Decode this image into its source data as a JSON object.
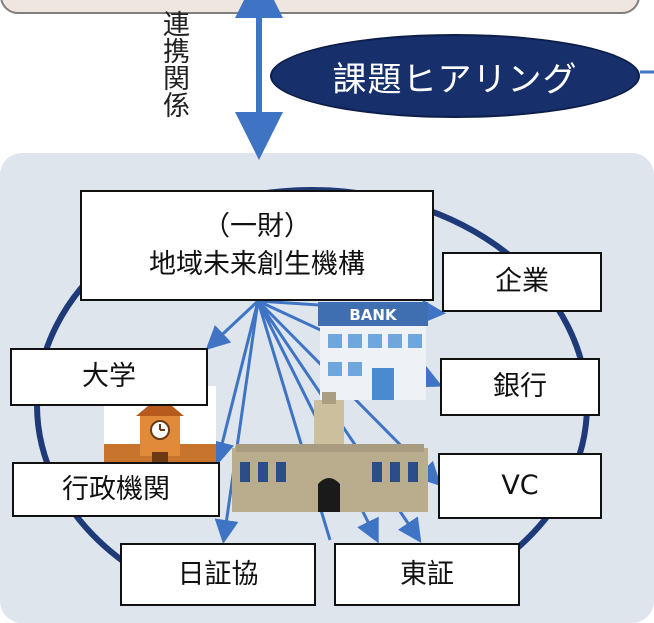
{
  "relation_label": "連携関係",
  "hearing_label": "課題ヒアリング",
  "org": {
    "line1": "（一財）",
    "line2": "地域未来創生機構"
  },
  "nodes": {
    "company": "企業",
    "university": "大学",
    "bank": "銀行",
    "vc": "VC",
    "government": "行政機関",
    "jsda": "日証協",
    "tse": "東証"
  },
  "bank_sign": "BANK",
  "colors": {
    "network_line": "#1f3a78",
    "arrow": "#3f74c4",
    "pill": "#17306b",
    "panel": "#dfe5ed"
  }
}
